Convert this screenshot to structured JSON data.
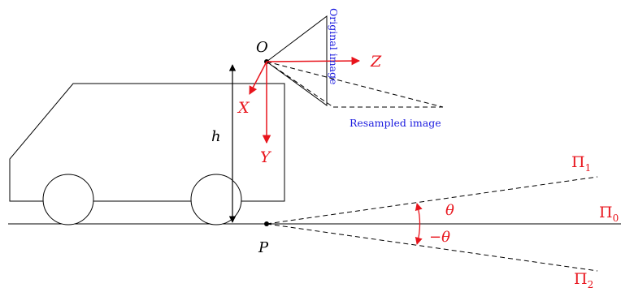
{
  "labels": {
    "origin": "O",
    "point_p": "P",
    "height": "h",
    "axis_x": "X",
    "axis_y": "Y",
    "axis_z": "Z",
    "original_image": "Original image",
    "resampled_image": "Resampled image",
    "theta": "θ",
    "neg_theta": "−θ",
    "plane_0_base": "Π",
    "plane_0_sub": "0",
    "plane_1_base": "Π",
    "plane_1_sub": "1",
    "plane_2_base": "Π",
    "plane_2_sub": "2"
  },
  "colors": {
    "axes": "#e8141c",
    "image_text": "#1a1adf",
    "lines": "#000000",
    "plane_labels": "#e8141c"
  }
}
